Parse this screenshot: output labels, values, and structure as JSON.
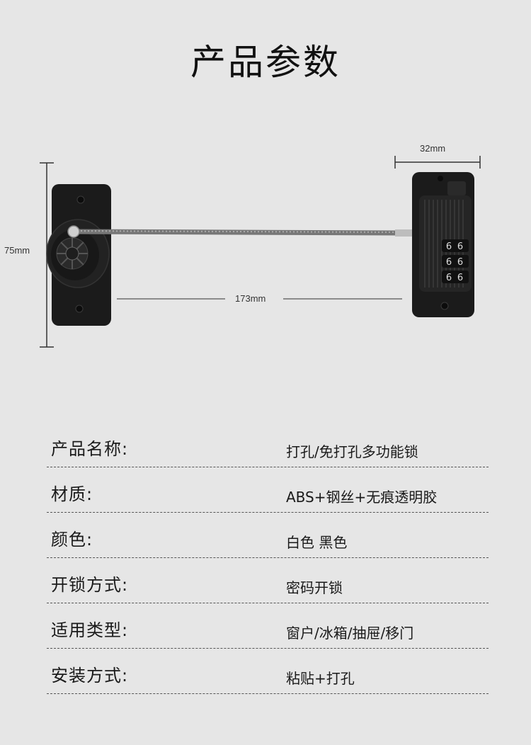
{
  "title": "产品参数",
  "dimensions": {
    "width_right": "32mm",
    "height": "75mm",
    "length": "173mm"
  },
  "lock": {
    "dials": [
      "6",
      "6",
      "6"
    ]
  },
  "specs": [
    {
      "label": "产品名称:",
      "value": "打孔/免打孔多功能锁"
    },
    {
      "label": "材质:",
      "value": "ABS+钢丝+无痕透明胶"
    },
    {
      "label": "颜色:",
      "value": "白色 黑色"
    },
    {
      "label": "开锁方式:",
      "value": "密码开锁"
    },
    {
      "label": "适用类型:",
      "value": "窗户/冰箱/抽屉/移门"
    },
    {
      "label": "安装方式:",
      "value": "粘贴+打孔"
    }
  ],
  "colors": {
    "background": "#e6e6e6",
    "product": "#1c1c1c",
    "cable": "#8a8a8a"
  }
}
